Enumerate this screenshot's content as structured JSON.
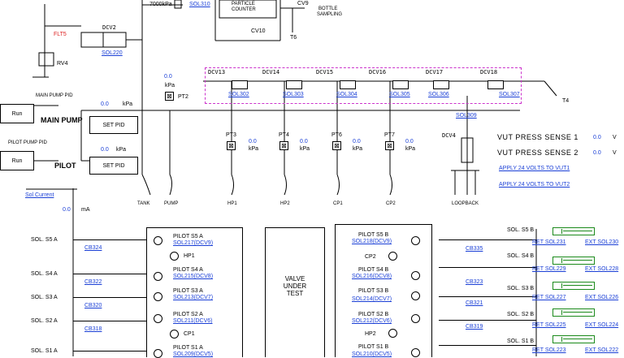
{
  "header": {
    "pressure_top": "7000kPa",
    "sol310": "SOL310",
    "particle_counter_1": "PARTICLE",
    "particle_counter_2": "COUNTER",
    "cv9": "CV9",
    "bottle_1": "BOTTLE",
    "bottle_2": "SAMPLING",
    "cv10": "CV10",
    "t6": "T6"
  },
  "left_top": {
    "flt5": "FLT5",
    "rv4": "RV4",
    "dcv2": "DCV2",
    "sol220": "SOL220"
  },
  "main_pump": {
    "pid_title": "MAIN PUMP PID",
    "run_label": "Run",
    "name": "MAIN PUMP",
    "value": "0.0",
    "unit": "kPa",
    "set_pid": "SET PID"
  },
  "pilot_pump": {
    "pid_title": "PILOT PUMP PID",
    "run_label": "Run",
    "name": "PILOT",
    "value": "0.0",
    "unit": "kPa",
    "set_pid": "SET PID"
  },
  "pt2": {
    "value": "0.0",
    "unit": "kPa",
    "label": "PT2"
  },
  "dcv_bank": [
    {
      "dcv": "DCV13",
      "sol": "SOL302"
    },
    {
      "dcv": "DCV14",
      "sol": "SOL303"
    },
    {
      "dcv": "DCV15",
      "sol": "SOL304"
    },
    {
      "dcv": "DCV16",
      "sol": "SOL305"
    },
    {
      "dcv": "DCV17",
      "sol": "SOL306"
    },
    {
      "dcv": "DCV18",
      "sol": "SOL307"
    }
  ],
  "t4": "T4",
  "sol309": "SOL309",
  "dcv4": "DCV4",
  "loopback": "LOOPBACK",
  "pts": [
    {
      "label": "PT3",
      "value": "0.0",
      "unit": "kPa"
    },
    {
      "label": "PT4",
      "value": "0.0",
      "unit": "kPa"
    },
    {
      "label": "PT6",
      "value": "0.0",
      "unit": "kPa"
    },
    {
      "label": "PT7",
      "value": "0.0",
      "unit": "kPa"
    }
  ],
  "ports": [
    "TANK",
    "PUMP",
    "HP1",
    "HP2",
    "CP1",
    "CP2"
  ],
  "vut": {
    "sense1_label": "VUT PRESS SENSE 1",
    "sense1_value": "0.0",
    "sense1_unit": "V",
    "sense2_label": "VUT PRESS SENSE 2",
    "sense2_value": "0.0",
    "sense2_unit": "V",
    "apply1": "APPLY 24 VOLTS TO VUT1",
    "apply2": "APPLY 24 VOLTS TO VUT2"
  },
  "sol_current": {
    "label": "Sol Current",
    "value": "0.0",
    "unit": "mA"
  },
  "left_sols": [
    {
      "label": "SOL. S5 A",
      "cb": "CB324"
    },
    {
      "label": "SOL. S4 A",
      "cb": "CB322"
    },
    {
      "label": "SOL. S3 A",
      "cb": "CB320"
    },
    {
      "label": "SOL. S2 A",
      "cb": "CB318"
    },
    {
      "label": "SOL. S1 A",
      "cb": ""
    }
  ],
  "left_panel": [
    {
      "title": "PILOT S5 A",
      "link": "SOL217(DCV9)",
      "sub": "HP1"
    },
    {
      "title": "PILOT S4 A",
      "link": "SOL215(DCV8)",
      "sub": ""
    },
    {
      "title": "PILOT S3 A",
      "link": "SOL213(DCV7)",
      "sub": ""
    },
    {
      "title": "PILOT S2 A",
      "link": "SOL211(DCV6)",
      "sub": "CP1"
    },
    {
      "title": "PILOT S1 A",
      "link": "SOL209(DCV5)",
      "sub": ""
    }
  ],
  "vut_box": {
    "line1": "VALVE",
    "line2": "UNDER",
    "line3": "TEST"
  },
  "right_panel": [
    {
      "title": "PILOT S5 B",
      "link": "SOL218(DCV9)",
      "sub": "CP2"
    },
    {
      "title": "PILOT S4 B",
      "link": "SOL216(DCV8)",
      "sub": ""
    },
    {
      "title": "PILOT S3 B",
      "link": "SOL214(DCV7)",
      "sub": ""
    },
    {
      "title": "PILOT S2 B",
      "link": "SOL212(DCV6)",
      "sub": "HP2"
    },
    {
      "title": "PILOT S1 B",
      "link": "SOL210(DCV5)",
      "sub": ""
    }
  ],
  "right_sols": [
    {
      "label": "SOL. S5 B",
      "cb": "CB335",
      "ret": "RET SOL231",
      "ext": "EXT SOL230"
    },
    {
      "label": "SOL. S4 B",
      "cb": "CB323",
      "ret": "RET SOL229",
      "ext": "EXT SOL228"
    },
    {
      "label": "SOL. S3 B",
      "cb": "CB321",
      "ret": "RET SOL227",
      "ext": "EXT SOL226"
    },
    {
      "label": "SOL. S2 B",
      "cb": "CB319",
      "ret": "RET SOL225",
      "ext": "EXT SOL224"
    },
    {
      "label": "SOL. S1 B",
      "cb": "",
      "ret": "RET SOL223",
      "ext": "EXT SOL222"
    }
  ],
  "colors": {
    "link": "#1a3fd6",
    "dashed_box": "#cc33cc",
    "cylinder": "#1b8a1b",
    "value": "#1a3fd6"
  }
}
